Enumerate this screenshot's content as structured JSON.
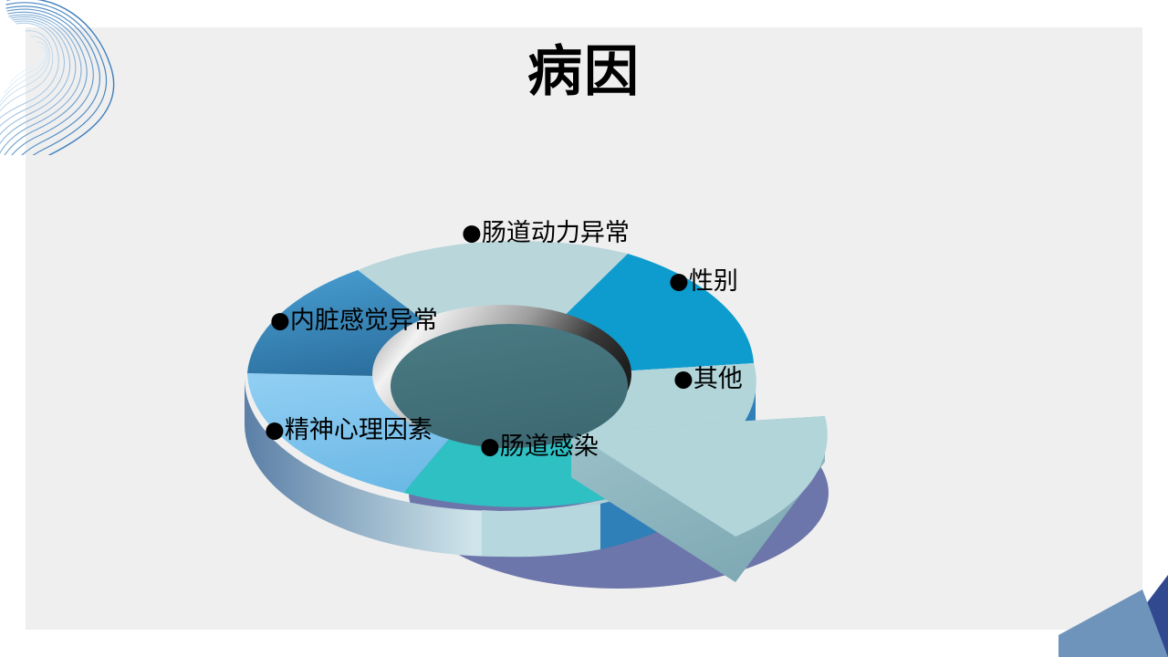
{
  "slide": {
    "title": "病因",
    "background_color": "#ffffff",
    "panel_color": "#efefef"
  },
  "decorations": {
    "top_left": {
      "name": "swirl-lines-decoration",
      "color": "#2e6da4"
    },
    "bottom_right": {
      "name": "corner-triangles-decoration",
      "light_color": "#6f94bc",
      "dark_color": "#31498f"
    }
  },
  "chart_data": {
    "type": "pie",
    "title": "病因",
    "style": "3d-donut-exploded",
    "legend": "labels-on-slices",
    "center_hole_color": "#42707a",
    "shadow_color": "#6d76ab",
    "categories": [
      "●肠道动力异常",
      "●性别",
      "●其他",
      "●肠道感染",
      "●精神心理因素",
      "●内脏感觉异常"
    ],
    "values": [
      1,
      1,
      1,
      1,
      1,
      1
    ],
    "colors": [
      "#b9d6db",
      "#0d9ccd",
      "#b2d5da",
      "#2fc0c3",
      "#79c3ee",
      "#3e92c8"
    ],
    "exploded": [
      false,
      false,
      true,
      false,
      false,
      false
    ]
  },
  "labels": {
    "motility": {
      "bullet": "●",
      "text": "肠道动力异常"
    },
    "gender": {
      "bullet": "●",
      "text": "性别"
    },
    "visceral": {
      "bullet": "●",
      "text": "内脏感觉异常"
    },
    "other": {
      "bullet": "●",
      "text": "其他"
    },
    "psychological": {
      "bullet": "●",
      "text": "精神心理因素"
    },
    "infection": {
      "bullet": "●",
      "text": "肠道感染"
    }
  }
}
